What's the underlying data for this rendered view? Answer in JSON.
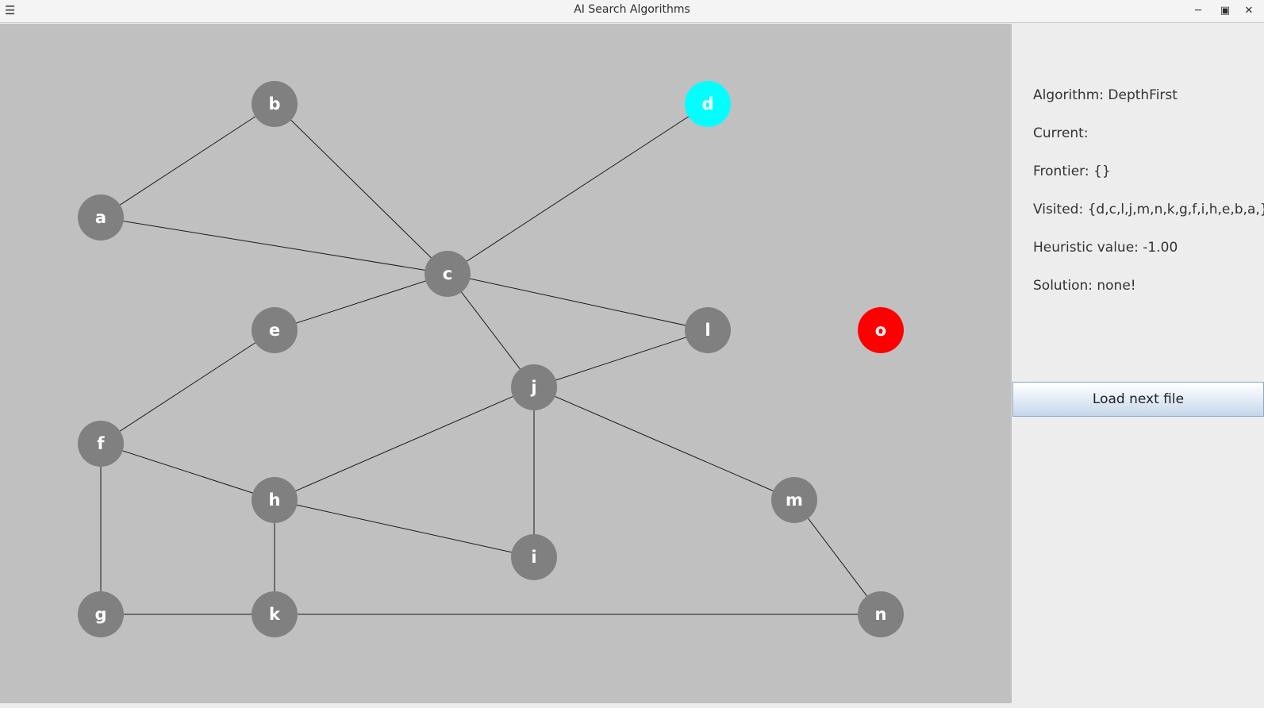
{
  "window": {
    "title": "AI Search Algorithms",
    "menu_icon": "hamburger-menu-icon",
    "minimize_icon": "minimize-icon",
    "maximize_icon": "maximize-icon",
    "close_icon": "close-icon"
  },
  "graph": {
    "colors": {
      "background": "#c0c0c0",
      "node_default": "#808080",
      "node_start": "#00ffff",
      "node_goal": "#ff0000",
      "edge": "#1a1a1a",
      "label": "#ffffff"
    },
    "nodes": [
      {
        "id": "a",
        "state": "default"
      },
      {
        "id": "b",
        "state": "default"
      },
      {
        "id": "c",
        "state": "default"
      },
      {
        "id": "d",
        "state": "start"
      },
      {
        "id": "e",
        "state": "default"
      },
      {
        "id": "f",
        "state": "default"
      },
      {
        "id": "g",
        "state": "default"
      },
      {
        "id": "h",
        "state": "default"
      },
      {
        "id": "i",
        "state": "default"
      },
      {
        "id": "j",
        "state": "default"
      },
      {
        "id": "k",
        "state": "default"
      },
      {
        "id": "l",
        "state": "default"
      },
      {
        "id": "m",
        "state": "default"
      },
      {
        "id": "n",
        "state": "default"
      },
      {
        "id": "o",
        "state": "goal"
      }
    ],
    "edges": [
      [
        "a",
        "b"
      ],
      [
        "a",
        "c"
      ],
      [
        "b",
        "c"
      ],
      [
        "c",
        "d"
      ],
      [
        "c",
        "e"
      ],
      [
        "c",
        "l"
      ],
      [
        "c",
        "j"
      ],
      [
        "e",
        "f"
      ],
      [
        "f",
        "h"
      ],
      [
        "f",
        "g"
      ],
      [
        "g",
        "k"
      ],
      [
        "h",
        "k"
      ],
      [
        "h",
        "j"
      ],
      [
        "h",
        "i"
      ],
      [
        "j",
        "i"
      ],
      [
        "j",
        "l"
      ],
      [
        "j",
        "m"
      ],
      [
        "m",
        "n"
      ],
      [
        "k",
        "n"
      ]
    ]
  },
  "panel": {
    "algorithm": "Algorithm: DepthFirst",
    "current": "Current:",
    "frontier": "Frontier: {}",
    "visited": "Visited: {d,c,l,j,m,n,k,g,f,i,h,e,b,a,}",
    "heuristic": "Heuristic value: -1.00",
    "solution": "Solution: none!",
    "load_button": "Load next file"
  }
}
